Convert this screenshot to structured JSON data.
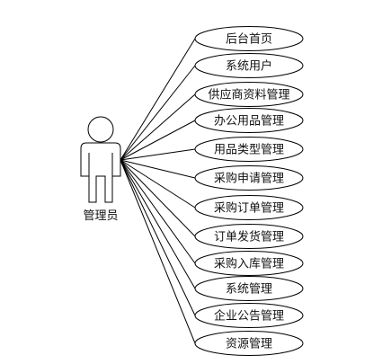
{
  "actor": {
    "label": "管理员"
  },
  "use_cases": [
    {
      "label": "后台首页"
    },
    {
      "label": "系统用户"
    },
    {
      "label": "供应商资料管理"
    },
    {
      "label": "办公用品管理"
    },
    {
      "label": "用品类型管理"
    },
    {
      "label": "采购申请管理"
    },
    {
      "label": "采购订单管理"
    },
    {
      "label": "订单发货管理"
    },
    {
      "label": "采购入库管理"
    },
    {
      "label": "系统管理"
    },
    {
      "label": "企业公告管理"
    },
    {
      "label": "资源管理"
    }
  ],
  "colors": {
    "stroke": "#000000",
    "text": "#111111",
    "background": "#ffffff"
  }
}
